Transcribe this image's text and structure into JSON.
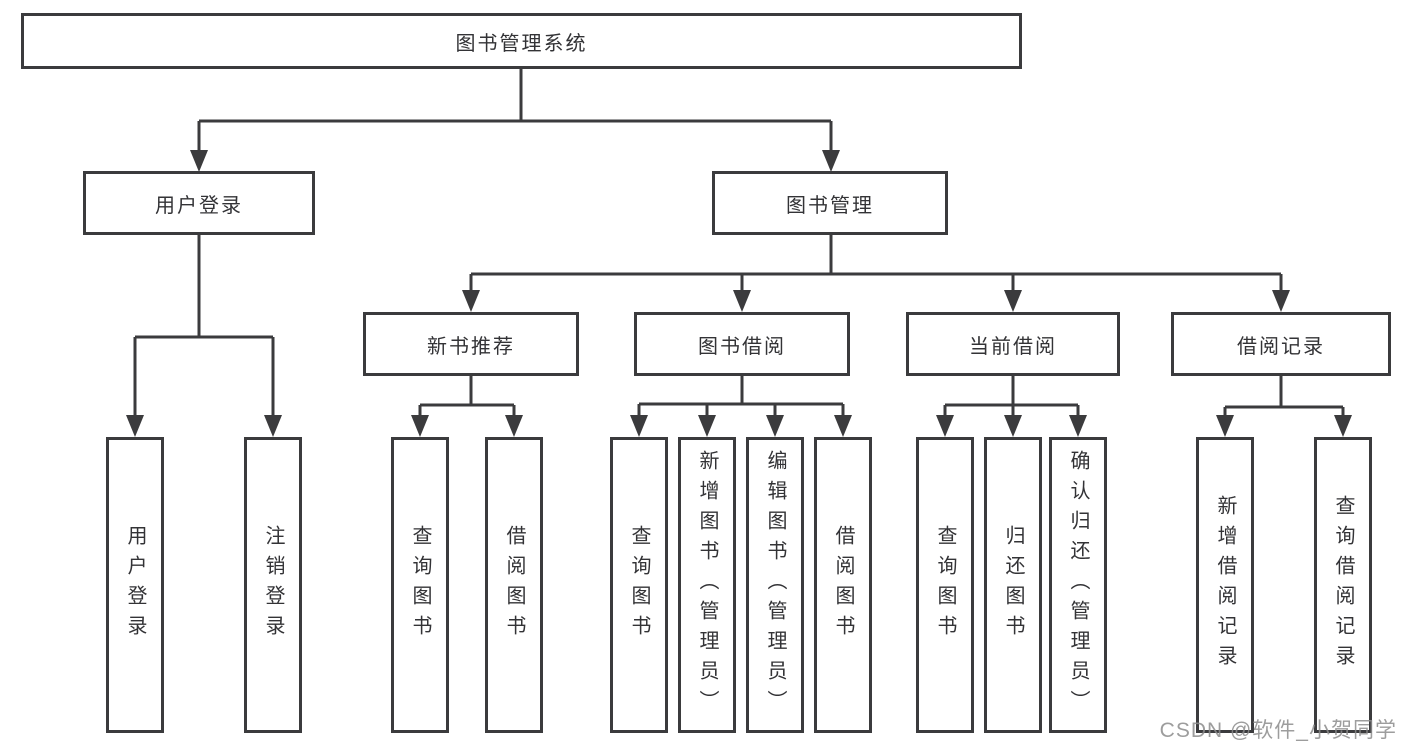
{
  "diagram": {
    "title_node": "图书管理系统",
    "type": "hierarchy-tree",
    "colors": {
      "line": "#3b3b3d",
      "box_border": "#3b3b3d",
      "box_fill": "#ffffff",
      "text": "#333336",
      "watermark": "#8c8c8c",
      "background": "#ffffff"
    },
    "nodes": {
      "root": {
        "label": "图书管理系统"
      },
      "login": {
        "label": "用户登录"
      },
      "manage": {
        "label": "图书管理"
      },
      "recommend": {
        "label": "新书推荐"
      },
      "borrow": {
        "label": "图书借阅"
      },
      "current": {
        "label": "当前借阅"
      },
      "records": {
        "label": "借阅记录"
      },
      "login_user": {
        "label": "用户登录"
      },
      "login_out": {
        "label": "注销登录"
      },
      "rec_query": {
        "label": "查询图书"
      },
      "rec_borrow": {
        "label": "借阅图书"
      },
      "bor_query": {
        "label": "查询图书"
      },
      "bor_add": {
        "label": "新增图书（管理员）"
      },
      "bor_edit": {
        "label": "编辑图书（管理员）"
      },
      "bor_borrow": {
        "label": "借阅图书"
      },
      "cur_query": {
        "label": "查询图书"
      },
      "cur_return": {
        "label": "归还图书"
      },
      "cur_confirm": {
        "label": "确认归还（管理员）"
      },
      "recs_add": {
        "label": "新增借阅记录"
      },
      "recs_query": {
        "label": "查询借阅记录"
      }
    },
    "hierarchy": [
      {
        "parent": "图书管理系统",
        "children": [
          "用户登录",
          "图书管理"
        ]
      },
      {
        "parent": "用户登录",
        "children": [
          "用户登录",
          "注销登录"
        ]
      },
      {
        "parent": "图书管理",
        "children": [
          "新书推荐",
          "图书借阅",
          "当前借阅",
          "借阅记录"
        ]
      },
      {
        "parent": "新书推荐",
        "children": [
          "查询图书",
          "借阅图书"
        ]
      },
      {
        "parent": "图书借阅",
        "children": [
          "查询图书",
          "新增图书（管理员）",
          "编辑图书（管理员）",
          "借阅图书"
        ]
      },
      {
        "parent": "当前借阅",
        "children": [
          "查询图书",
          "归还图书",
          "确认归还（管理员）"
        ]
      },
      {
        "parent": "借阅记录",
        "children": [
          "新增借阅记录",
          "查询借阅记录"
        ]
      }
    ]
  },
  "watermark": {
    "text": "CSDN @软件_小贺同学"
  }
}
